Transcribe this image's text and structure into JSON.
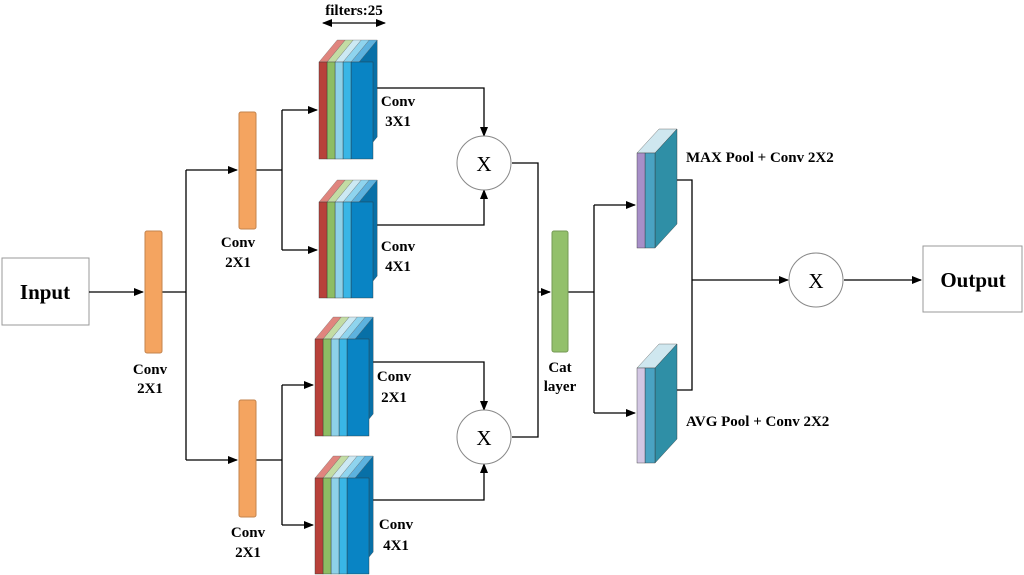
{
  "input": {
    "label": "Input"
  },
  "output": {
    "label": "Output"
  },
  "filters": {
    "label": "filters:25"
  },
  "multiply": {
    "symbol": "X"
  },
  "layers": {
    "conv_first": {
      "line1": "Conv",
      "line2": "2X1"
    },
    "conv_upper": {
      "line1": "Conv",
      "line2": "2X1"
    },
    "conv_lower": {
      "line1": "Conv",
      "line2": "2X1"
    },
    "conv_3x1_top": {
      "line1": "Conv",
      "line2": "3X1"
    },
    "conv_4x1_top": {
      "line1": "Conv",
      "line2": "4X1"
    },
    "conv_2x1_bottom": {
      "line1": "Conv",
      "line2": "2X1"
    },
    "conv_4x1_bottom": {
      "line1": "Conv",
      "line2": "4X1"
    },
    "cat": {
      "line1": "Cat",
      "line2": "layer"
    },
    "max_pool": {
      "label": "MAX Pool + Conv 2X2"
    },
    "avg_pool": {
      "label": "AVG Pool + Conv 2X2"
    }
  },
  "colors": {
    "conv_bar": "#f4a460",
    "cat_bar": "#93c06b",
    "stack": [
      "#b8413a",
      "#8dbd63",
      "#8ed1e8",
      "#39b6e6",
      "#0984c4"
    ],
    "stack_tops": [
      "#e0857e",
      "#c3dca4",
      "#cce9f3",
      "#8fd4ee",
      "#5db2de"
    ],
    "pool_max_front": "#a78fc8",
    "pool_avg_front": "#d3c7e3",
    "pool_mid": "#4aa3c2",
    "pool_back": "#2f8fa6"
  }
}
